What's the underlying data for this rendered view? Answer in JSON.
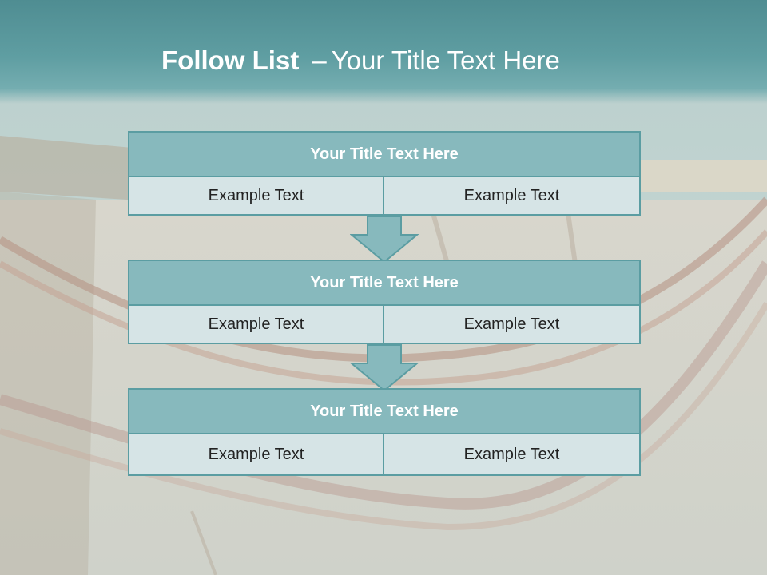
{
  "slide": {
    "title_bold": "Follow List",
    "title_separator": "–",
    "title_rest": "Your Title Text Here"
  },
  "steps": [
    {
      "title": "Your Title Text Here",
      "left": "Example Text",
      "right": "Example Text"
    },
    {
      "title": "Your Title Text Here",
      "left": "Example Text",
      "right": "Example Text"
    },
    {
      "title": "Your Title Text Here",
      "left": "Example Text",
      "right": "Example Text"
    }
  ],
  "colors": {
    "header": "#5f9ea2",
    "block_title_fill": "#87b9bd",
    "block_border": "#5b9da2",
    "cell_fill": "#d6e4e6",
    "arrow_fill": "#87b9bd"
  }
}
